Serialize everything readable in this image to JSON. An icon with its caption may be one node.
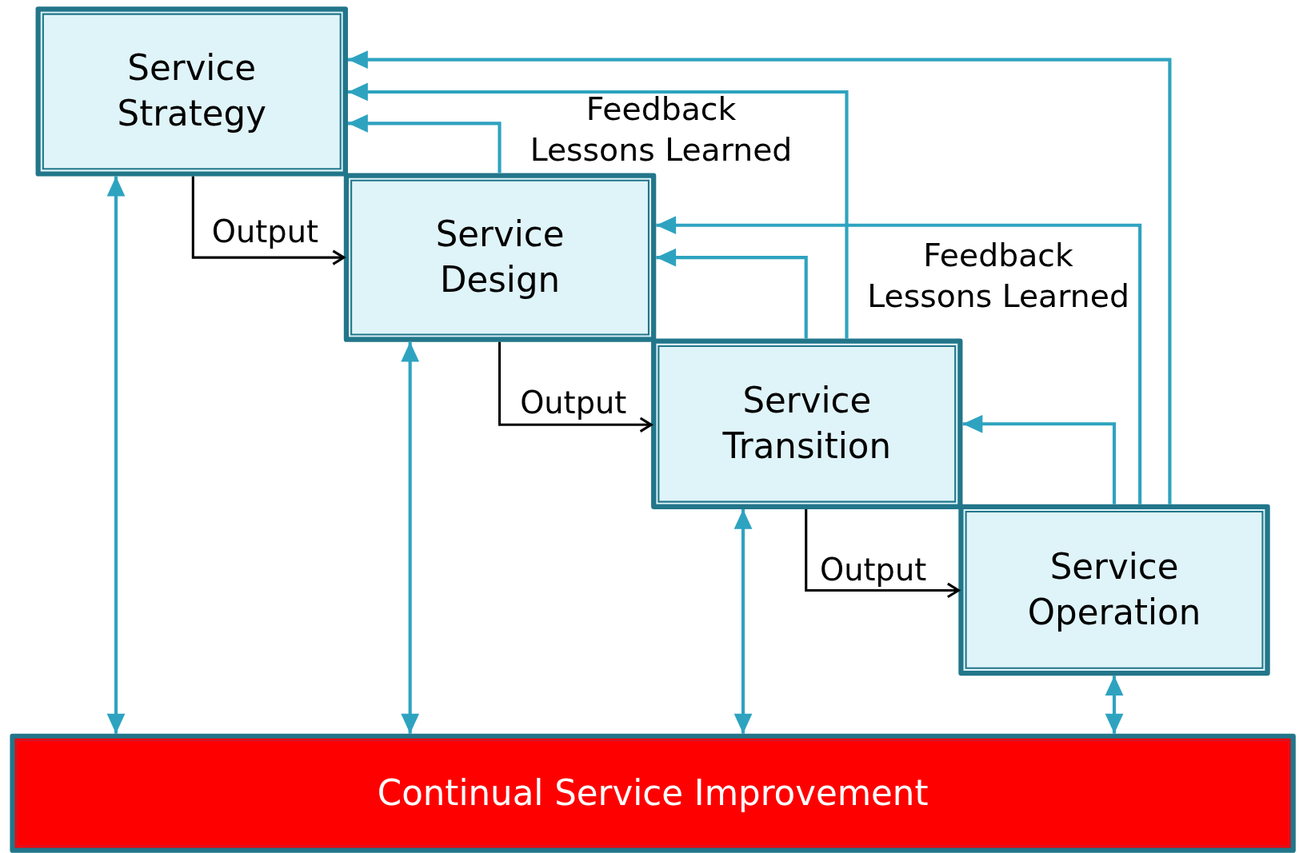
{
  "diagram": {
    "nodes": [
      {
        "text": [
          "Service Strategy"
        ]
      },
      {
        "text": [
          "Service Design"
        ]
      },
      {
        "text": [
          "Service Transition"
        ]
      },
      {
        "text": [
          "Service Operation"
        ]
      },
      {
        "text": [
          "Continual Service Improvement"
        ]
      }
    ],
    "edges": [
      {
        "from": 0,
        "to": 1,
        "arrow": "to",
        "label": "Output",
        "color": "#000000"
      },
      {
        "from": 1,
        "to": 2,
        "arrow": "to",
        "label": "Output",
        "color": "#000000"
      },
      {
        "from": 2,
        "to": 3,
        "arrow": "to",
        "label": "Output",
        "color": "#000000"
      },
      {
        "from": 1,
        "to": 0,
        "arrow": "to"
      },
      {
        "from": 2,
        "to": 0,
        "arrow": "to"
      },
      {
        "from": 3,
        "to": 0,
        "arrow": "to"
      },
      {
        "from": 2,
        "to": 1,
        "arrow": "to"
      },
      {
        "from": 3,
        "to": 1,
        "arrow": "to"
      },
      {
        "from": 3,
        "to": 2,
        "arrow": "to"
      },
      {
        "from": 0,
        "to": 4,
        "arrow": "both"
      },
      {
        "from": 1,
        "to": 4,
        "arrow": "both"
      },
      {
        "from": 2,
        "to": 4,
        "arrow": "both"
      },
      {
        "from": 3,
        "to": 4,
        "arrow": "both"
      }
    ],
    "labels": [
      "Feedback Lessons Learned",
      "Feedback Lessons Learned"
    ]
  }
}
